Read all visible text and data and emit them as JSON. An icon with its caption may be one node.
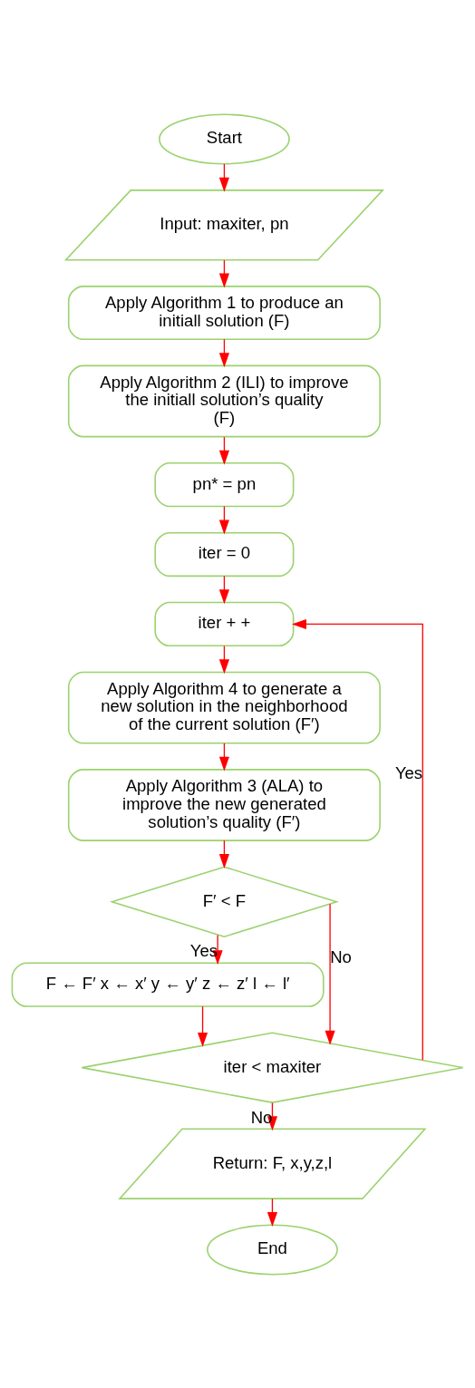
{
  "diagram": {
    "nodes": [
      {
        "text": [
          "Start"
        ]
      },
      {
        "text": [
          "Input: maxiter, pn"
        ]
      },
      {
        "text": [
          "Apply Algorithm 1 to produce an initiall solution (F)"
        ]
      },
      {
        "text": [
          "Apply Algorithm 2 (ILI) to improve the initiall solution’s quality (F)"
        ]
      },
      {
        "text": [
          "pn* = pn"
        ]
      },
      {
        "text": [
          "iter = 0"
        ]
      },
      {
        "text": [
          "iter + +"
        ]
      },
      {
        "text": [
          "Apply Algorithm 4 to generate a new solution in the neighborhood of the current solution (F′)"
        ]
      },
      {
        "text": [
          "Apply Algorithm 3 (ALA) to improve the new generated solution’s quality (F′)"
        ]
      },
      {
        "text": [
          "F′ < F"
        ]
      },
      {
        "text": [
          "F ← F′ x ← x′ y ← y′ z ← z′ l ← l′"
        ]
      },
      {
        "text": [
          "iter < maxiter"
        ]
      },
      {
        "text": [
          "Return: F, x,y,z,l"
        ]
      },
      {
        "text": [
          "End"
        ]
      }
    ],
    "edges": [
      {
        "from": 0,
        "to": 1,
        "arrow": "to"
      },
      {
        "from": 1,
        "to": 2,
        "arrow": "to"
      },
      {
        "from": 2,
        "to": 3,
        "arrow": "to"
      },
      {
        "from": 3,
        "to": 4,
        "arrow": "to"
      },
      {
        "from": 4,
        "to": 5,
        "arrow": "to"
      },
      {
        "from": 5,
        "to": 6,
        "arrow": "to"
      },
      {
        "from": 6,
        "to": 7,
        "arrow": "to"
      },
      {
        "from": 7,
        "to": 8,
        "arrow": "to"
      },
      {
        "from": 8,
        "to": 9,
        "arrow": "to"
      },
      {
        "from": 9,
        "to": 10,
        "arrow": "to",
        "label": "Yes"
      },
      {
        "from": 9,
        "to": 11,
        "arrow": "to",
        "label": "No"
      },
      {
        "from": 10,
        "to": 11,
        "arrow": "to"
      },
      {
        "from": 11,
        "to": 6,
        "arrow": "to",
        "label": "Yes"
      },
      {
        "from": 11,
        "to": 12,
        "arrow": "to",
        "label": "No"
      },
      {
        "from": 12,
        "to": 13,
        "arrow": "to"
      }
    ]
  }
}
